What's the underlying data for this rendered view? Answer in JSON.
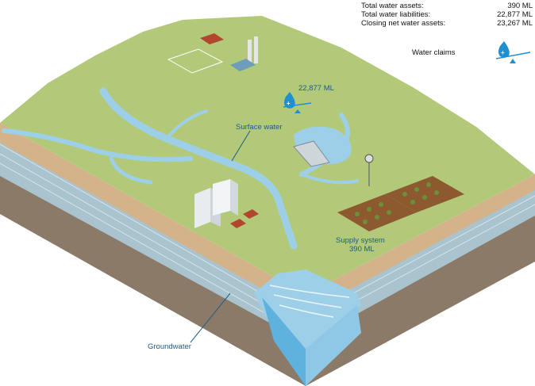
{
  "summary": {
    "rows": [
      {
        "label": "Total water assets:",
        "value": "390 ML"
      },
      {
        "label": "Total water liabilities:",
        "value": "22,877 ML"
      },
      {
        "label": "Closing net water assets:",
        "value": "23,267 ML"
      }
    ]
  },
  "legend": {
    "water_claims_label": "Water claims",
    "icon": "water-claims-balance-icon"
  },
  "labels": {
    "claims_value": "22,877 ML",
    "surface_water": "Surface water",
    "supply_system": "Supply system",
    "supply_value": "390 ML",
    "groundwater": "Groundwater"
  },
  "colors": {
    "land": "#b3c97a",
    "water": "#9dd0e8",
    "water_deep": "#5fb2dd",
    "label_blue": "#1f5a8a",
    "soil_top": "#d4b38a",
    "aquifer": "#a9c4cf",
    "rock": "#8c7a68"
  }
}
